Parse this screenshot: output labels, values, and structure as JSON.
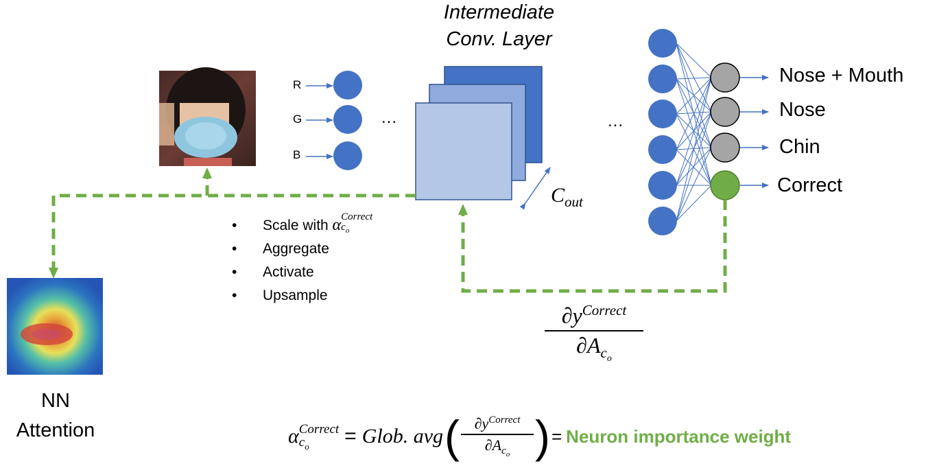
{
  "title": {
    "line1": "Intermediate",
    "line2": "Conv. Layer"
  },
  "input_channels": [
    "R",
    "G",
    "B"
  ],
  "ellipsis": "...",
  "channel_dim": {
    "base": "C",
    "sub": "out"
  },
  "outputs": [
    "Nose + Mouth",
    "Nose",
    "Chin",
    "Correct"
  ],
  "steps": {
    "scale": {
      "text": "Scale with ",
      "alpha": "α",
      "sub": "c",
      "subsub": "o",
      "sup": "Correct"
    },
    "items": [
      "Aggregate",
      "Activate",
      "Upsample"
    ]
  },
  "gradient": {
    "num_d": "∂",
    "num_y": "y",
    "num_sup": "Correct",
    "den_d": "∂",
    "den_A": "A",
    "den_sub": "c",
    "den_subsub": "o"
  },
  "nn_attention": {
    "line1": "NN",
    "line2": "Attention"
  },
  "formula": {
    "alpha": "α",
    "alpha_sub": "c",
    "alpha_subsub": "o",
    "alpha_sup": "Correct",
    "equals": "=",
    "func": "Glob. avg",
    "result_eq": "=",
    "result": "Neuron importance weight"
  },
  "colors": {
    "blue": "#4472c4",
    "green": "#70ad47",
    "gray": "#a5a5a5",
    "layer_front": "#b4c7e7",
    "layer_mid": "#8faadc",
    "layer_back": "#4472c4"
  }
}
